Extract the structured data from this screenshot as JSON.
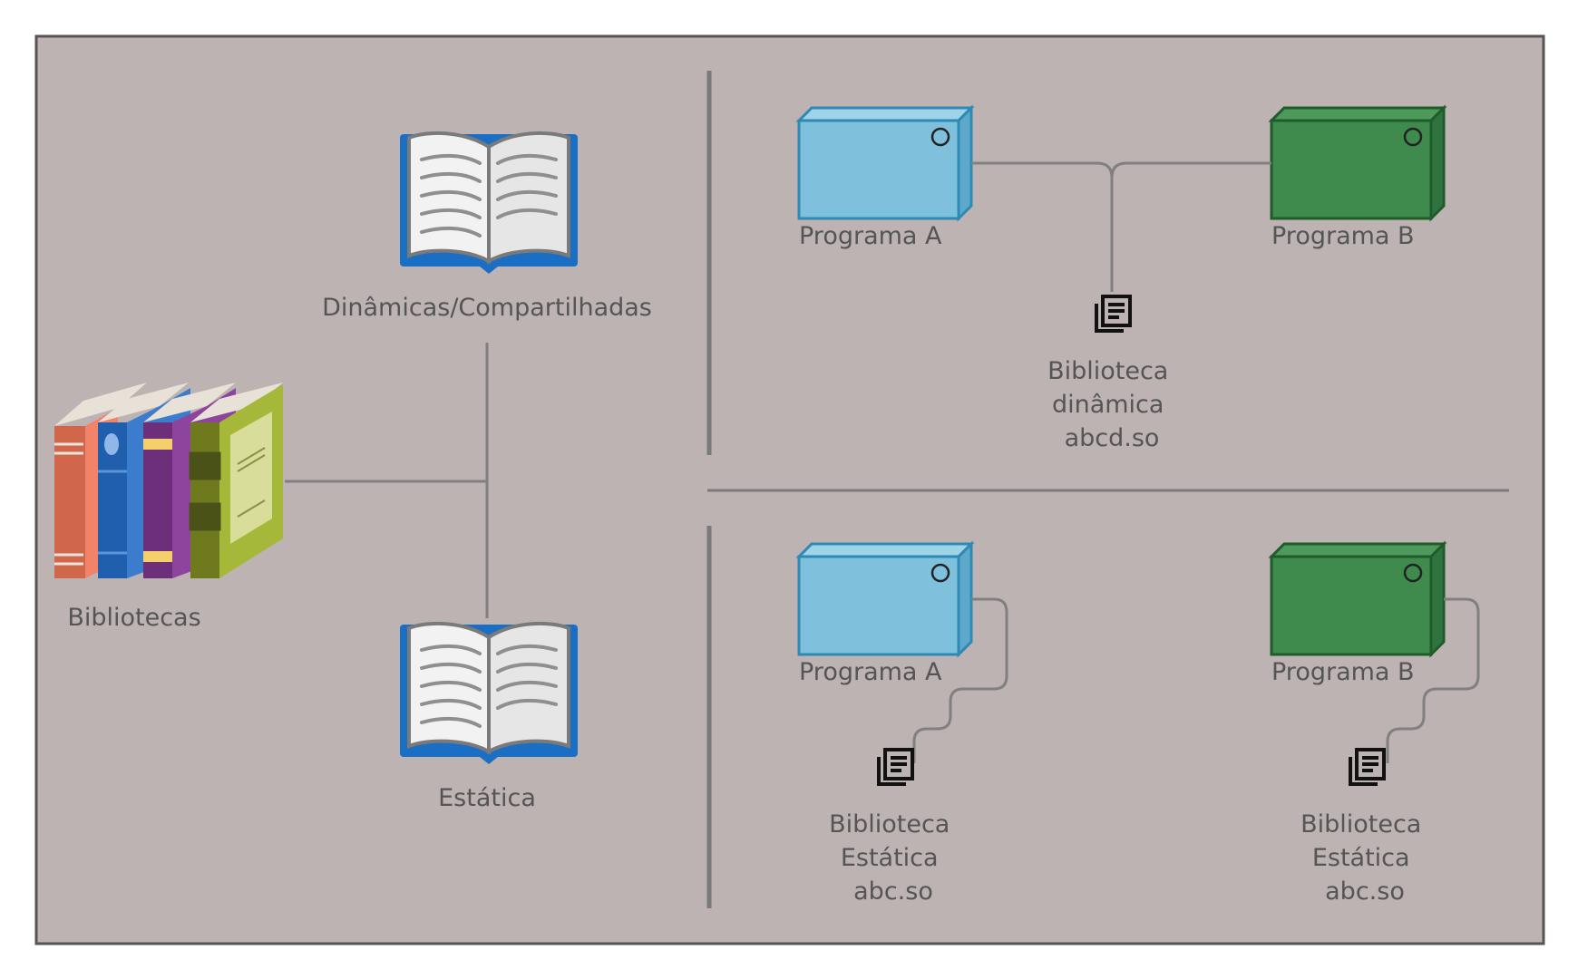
{
  "colors": {
    "background": "#bdb3b3",
    "border": "#555555",
    "divider": "#7a7a7a",
    "connector": "#808080",
    "label_text": "#555555",
    "book_blue": "#1a6fc4",
    "program_a_fill": "#7fc1dc",
    "program_a_stroke": "#2e8ab5",
    "program_b_fill": "#3f8a4d",
    "program_b_stroke": "#1f5c2a"
  },
  "left": {
    "libraries_label": "Bibliotecas",
    "dynamic_label": "Dinâmicas/Compartilhadas",
    "static_label": "Estática"
  },
  "dynamic_example": {
    "program_a": "Programa A",
    "program_b": "Programa B",
    "library_lines": [
      "Biblioteca",
      "dinâmica",
      "abcd.so"
    ]
  },
  "static_example": {
    "program_a": "Programa A",
    "program_b": "Programa B",
    "library_a_lines": [
      "Biblioteca",
      "Estática",
      "abc.so"
    ],
    "library_b_lines": [
      "Biblioteca",
      "Estática",
      "abc.so"
    ]
  },
  "icons": [
    "book-stack-icon",
    "open-book-icon",
    "server-box-icon",
    "document-stack-icon"
  ]
}
